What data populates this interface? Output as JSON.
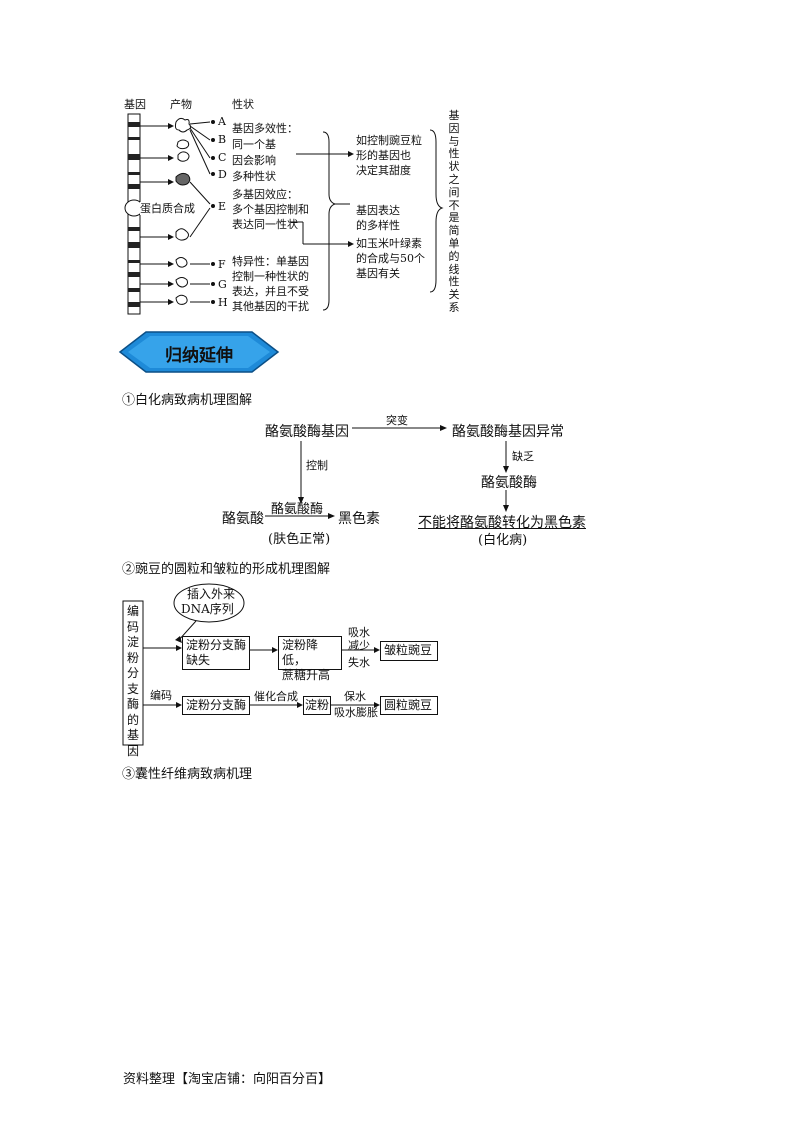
{
  "fig1": {
    "headers": {
      "gene": "基因",
      "product": "产物",
      "trait": "性状"
    },
    "letters": [
      "A",
      "B",
      "C",
      "D",
      "E",
      "F",
      "G",
      "H"
    ],
    "protein_synthesis": "蛋白质合成",
    "block1": [
      "基因多效性：",
      "同一个基",
      "因会影响",
      "多种性状"
    ],
    "block2": [
      "多基因效应：",
      "多个基因控制和",
      "表达同一性状"
    ],
    "block3": [
      "特异性：单基因",
      "控制一种性状的",
      "表达，并且不受",
      "其他基因的干扰"
    ],
    "note1": [
      "如控制豌豆粒",
      "形的基因也",
      "决定其甜度"
    ],
    "note2": [
      "基因表达",
      "的多样性"
    ],
    "note3": [
      "如玉米叶绿素",
      "的合成与50个",
      "基因有关"
    ],
    "side": "基因与性状之间不是简单的线性关系"
  },
  "banner": {
    "label": "归纳延伸"
  },
  "sections": {
    "s1": "①白化病致病机理图解",
    "s2": "②豌豆的圆粒和皱粒的形成机理图解",
    "s3": "③囊性纤维病致病机理"
  },
  "fig2": {
    "gene": "酪氨酸酶基因",
    "mutation": "突变",
    "abnormal_gene": "酪氨酸酶基因异常",
    "control": "控制",
    "lack": "缺乏",
    "enzyme_right": "酪氨酸酶",
    "tyrosine": "酪氨酸",
    "enzyme_left": "酪氨酸酶",
    "melanin": "黑色素",
    "normal": "(肤色正常)",
    "cannot": "不能将酪氨酸转化为黑色素",
    "albinism": "(白化病)"
  },
  "fig3": {
    "left_gene": "编码淀粉分支酶的基因",
    "insert": [
      "插入外来",
      "DNA序列"
    ],
    "box_missing": [
      "淀粉分支酶",
      "缺失"
    ],
    "box_low": [
      "淀粉降低，",
      "蔗糖升高"
    ],
    "absorb_water_less": [
      "吸水",
      "减少"
    ],
    "lose_water": "失水",
    "wrinkled": "皱粒豌豆",
    "encode": "编码",
    "box_enzyme": "淀粉分支酶",
    "catalyze": "催化合成",
    "starch": "淀粉",
    "retain_water": "保水",
    "absorb_swell": "吸水膨胀",
    "round": "圆粒豌豆"
  },
  "footer": "资料整理【淘宝店铺：向阳百分百】"
}
